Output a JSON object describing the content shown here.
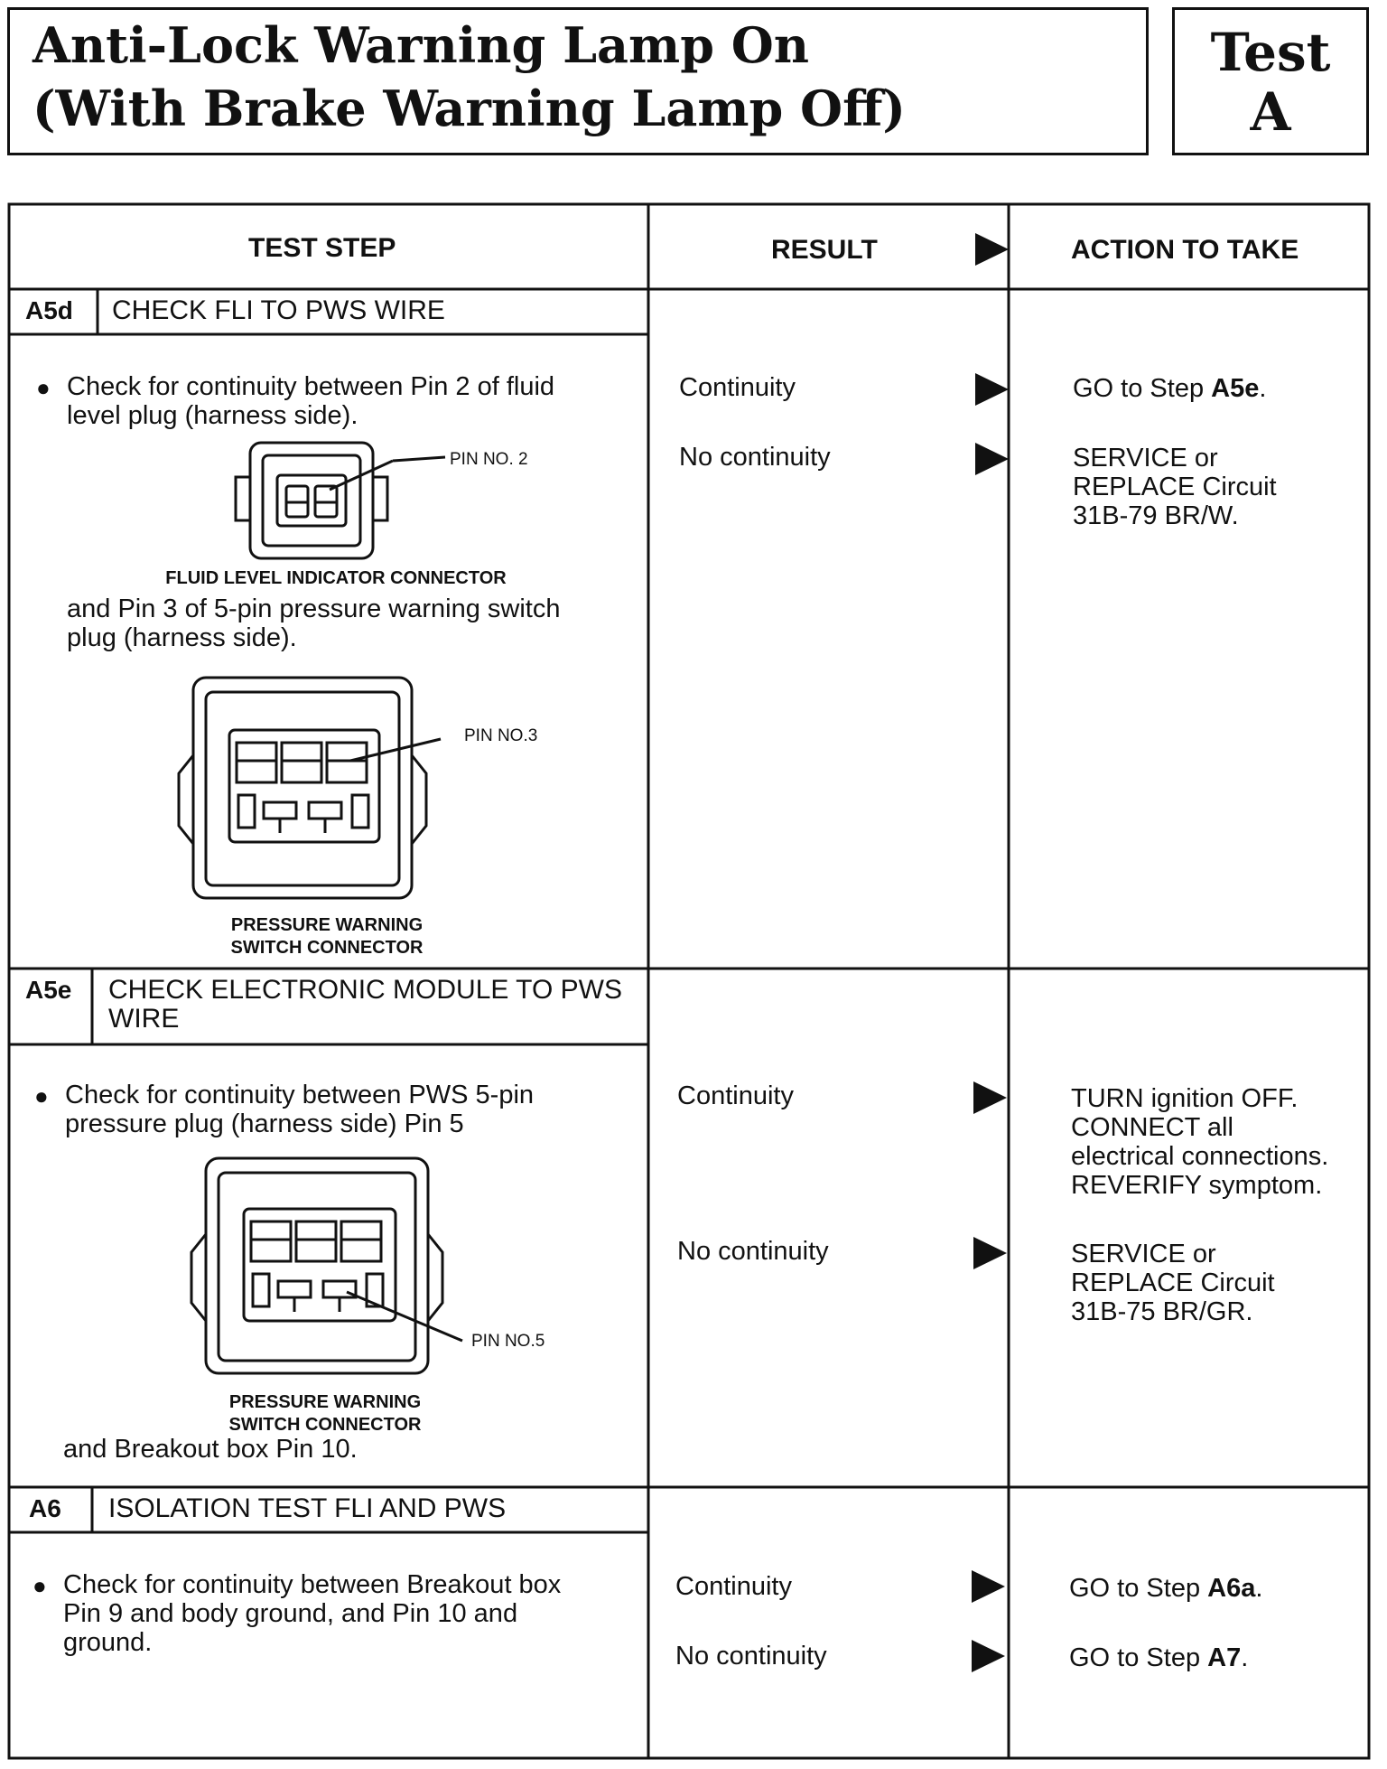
{
  "header": {
    "title_line1": "Anti-Lock Warning Lamp On",
    "title_line2": "(With Brake Warning Lamp Off)",
    "test_label": "Test",
    "test_letter": "A"
  },
  "columns": {
    "test_step": "TEST STEP",
    "result": "RESULT",
    "action": "ACTION TO TAKE"
  },
  "steps": {
    "a5d": {
      "id": "A5d",
      "title": "CHECK FLI TO PWS WIRE",
      "text1_line1": "Check for continuity between Pin 2 of fluid",
      "text1_line2": "level plug (harness side).",
      "fig1_pin": "PIN NO. 2",
      "fig1_caption": "FLUID LEVEL INDICATOR CONNECTOR",
      "text2_line1": "and Pin 3 of 5-pin pressure warning switch",
      "text2_line2": "plug (harness side).",
      "fig2_pin": "PIN NO.3",
      "fig2_caption_line1": "PRESSURE WARNING",
      "fig2_caption_line2": "SWITCH CONNECTOR",
      "results": [
        {
          "result": "Continuity",
          "action_prefix": "GO to Step ",
          "action_bold": "A5e",
          "action_suffix": "."
        },
        {
          "result": "No continuity",
          "action_line1": "SERVICE or",
          "action_line2": "REPLACE Circuit",
          "action_line3": "31B-79 BR/W."
        }
      ]
    },
    "a5e": {
      "id": "A5e",
      "title_line1": "CHECK ELECTRONIC MODULE TO PWS",
      "title_line2": "WIRE",
      "text1_line1": "Check for continuity between PWS 5-pin",
      "text1_line2": "pressure plug (harness side) Pin 5",
      "fig_pin": "PIN NO.5",
      "fig_caption_line1": "PRESSURE WARNING",
      "fig_caption_line2": "SWITCH CONNECTOR",
      "text2": "and Breakout box Pin 10.",
      "results": [
        {
          "result": "Continuity",
          "action_line1": "TURN ignition OFF.",
          "action_line2": "CONNECT all",
          "action_line3": "electrical connections.",
          "action_line4": "REVERIFY symptom."
        },
        {
          "result": "No continuity",
          "action_line1": "SERVICE or",
          "action_line2": "REPLACE Circuit",
          "action_line3": "31B-75 BR/GR."
        }
      ]
    },
    "a6": {
      "id": "A6",
      "title": "ISOLATION TEST FLI AND PWS",
      "text_line1": "Check for continuity between Breakout box",
      "text_line2": "Pin 9 and body ground, and Pin 10 and",
      "text_line3": "ground.",
      "results": [
        {
          "result": "Continuity",
          "action_prefix": "GO to Step ",
          "action_bold": "A6a",
          "action_suffix": "."
        },
        {
          "result": "No continuity",
          "action_prefix": "GO to Step ",
          "action_bold": "A7",
          "action_suffix": "."
        }
      ]
    }
  }
}
